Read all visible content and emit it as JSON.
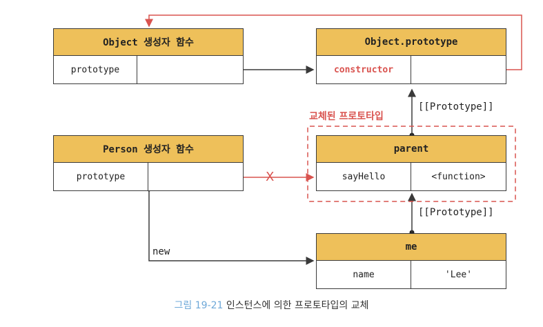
{
  "object_ctor": {
    "title": "Object 생성자 함수",
    "prop": "prototype"
  },
  "object_proto": {
    "title": "Object.prototype",
    "prop": "constructor"
  },
  "person_ctor": {
    "title": "Person 생성자 함수",
    "prop": "prototype"
  },
  "parent": {
    "title": "parent",
    "prop": "sayHello",
    "value": "<function>"
  },
  "me": {
    "title": "me",
    "prop": "name",
    "value": "'Lee'"
  },
  "labels": {
    "replaced": "교체된 프로토타입",
    "proto_link_1": "[[Prototype]]",
    "proto_link_2": "[[Prototype]]",
    "new_edge": "new",
    "broken_mark": "X"
  },
  "caption": {
    "number": "그림 19-21",
    "text": " 인스턴스에 의한 프로토타입의 교체"
  },
  "colors": {
    "header": "#eec05a",
    "accent_red": "#d9534f",
    "caption_blue": "#6ea8d8",
    "line": "#3a3a3a"
  }
}
